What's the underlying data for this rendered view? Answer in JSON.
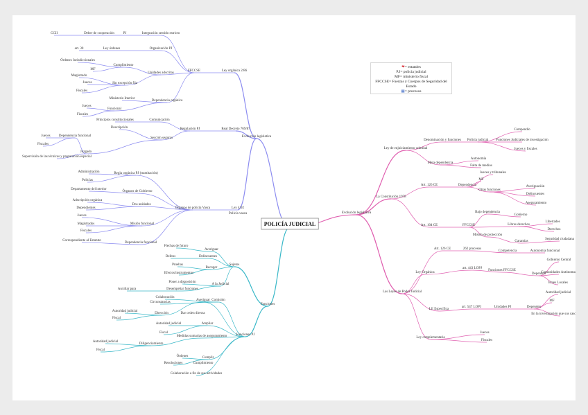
{
  "legend": {
    "line1": "= estatales",
    "line2": "P.J= policía judicial",
    "line3": "MF= ministerio fiscal",
    "line4": "FFCCSE= Fuerzas y Cuerpos de Seguridad del Estado",
    "line5": "= procesos"
  },
  "colors": {
    "upper_left": "#8c8cf0",
    "lower_left": "#3ab8c8",
    "right": "#e060b0",
    "center": "#7a7a7a"
  },
  "nodes": [
    {
      "id": "center",
      "text": "POLICÍA JUDICIAL"
    },
    {
      "id": "evol",
      "text": "Evolución legislativa"
    },
    {
      "id": "ley1986",
      "text": "Ley orgánica 2/86"
    },
    {
      "id": "ffccse",
      "text": "FFCCSE"
    },
    {
      "id": "integ",
      "text": "Integración sentido estricto"
    },
    {
      "id": "pj1",
      "text": "PJ"
    },
    {
      "id": "coop",
      "text": "Deber de cooperación"
    },
    {
      "id": "ccii",
      "text": "CCII"
    },
    {
      "id": "ordun",
      "text": "Organización PJ"
    },
    {
      "id": "uniones",
      "text": "Unidades adscritas"
    },
    {
      "id": "art30",
      "text": "art. 30"
    },
    {
      "id": "lordin",
      "text": "Ley órdenes"
    },
    {
      "id": "ordenes",
      "text": "Órdenes Jurisdiccionales"
    },
    {
      "id": "mf1",
      "text": "MF"
    },
    {
      "id": "cumplim",
      "text": "Cumplimiento"
    },
    {
      "id": "magist",
      "text": "Magistrado"
    },
    {
      "id": "jueces1",
      "text": "Jueces"
    },
    {
      "id": "fiscales1",
      "text": "Fiscales"
    },
    {
      "id": "sinexc",
      "text": "Sin excepción fija"
    },
    {
      "id": "dependo",
      "text": "Dependencia orgánica"
    },
    {
      "id": "mindef",
      "text": "Ministerio Interior"
    },
    {
      "id": "jueces2",
      "text": "Jueces"
    },
    {
      "id": "funcional",
      "text": "Funcional"
    },
    {
      "id": "fiscales2",
      "text": "Fiscales"
    },
    {
      "id": "rd1987",
      "text": "Real Decreto 769/87"
    },
    {
      "id": "regpj",
      "text": "Regulación PJ"
    },
    {
      "id": "princ",
      "text": "Principios constitucionales"
    },
    {
      "id": "comunic",
      "text": "Comunicación"
    },
    {
      "id": "descrip",
      "text": "Descripción"
    },
    {
      "id": "seccion",
      "text": "Sección seguras"
    },
    {
      "id": "jueces3",
      "text": "Jueces"
    },
    {
      "id": "dependencia_jud",
      "text": "Dependencia funcional"
    },
    {
      "id": "fiscales3",
      "text": "Fiscales"
    },
    {
      "id": "superv",
      "text": "Supervisión de las técnicas y preparación especial"
    },
    {
      "id": "juzg",
      "text": "Juzgado"
    },
    {
      "id": "ley1992",
      "text": "Ley 4/92"
    },
    {
      "id": "pvasco",
      "text": "Policía vasca"
    },
    {
      "id": "organos",
      "text": "Órganos de policía Vasca"
    },
    {
      "id": "reglam",
      "text": "Regla orgánica PJ (tramitación)"
    },
    {
      "id": "admon",
      "text": "Administración"
    },
    {
      "id": "policias",
      "text": "Policías"
    },
    {
      "id": "deporg",
      "text": "Departamento del interior"
    },
    {
      "id": "organos2",
      "text": "Órganos de Gobierno"
    },
    {
      "id": "unidades2",
      "text": "Dos unidades"
    },
    {
      "id": "adscrip",
      "text": "Adscripción orgánica"
    },
    {
      "id": "dependientes",
      "text": "Dependientes"
    },
    {
      "id": "jueces4",
      "text": "Jueces"
    },
    {
      "id": "magist2",
      "text": "Magistrados"
    },
    {
      "id": "funcfam",
      "text": "Misión funcional"
    },
    {
      "id": "fiscales4",
      "text": "Fiscales"
    },
    {
      "id": "corresp",
      "text": "Correspondiente al Estatuto"
    },
    {
      "id": "depfunc2",
      "text": "Dependencia funcional"
    },
    {
      "id": "funciones",
      "text": "Funciones"
    },
    {
      "id": "sujetos",
      "text": "Sujetos"
    },
    {
      "id": "flechas",
      "text": "Flechas de futuro"
    },
    {
      "id": "averiguar",
      "text": "Averiguar"
    },
    {
      "id": "delitos",
      "text": "Delitos"
    },
    {
      "id": "delincuentes",
      "text": "Delincuentes"
    },
    {
      "id": "pruebas",
      "text": "Pruebas"
    },
    {
      "id": "recoger",
      "text": "Recoger"
    },
    {
      "id": "efectos",
      "text": "Efectos/instrumentos"
    },
    {
      "id": "ponerdisp",
      "text": "Poner a disposición"
    },
    {
      "id": "a_juez",
      "text": "A la Judicial"
    },
    {
      "id": "auxiliar",
      "text": "Auxiliar para"
    },
    {
      "id": "desemp",
      "text": "Desempeñar funciones"
    },
    {
      "id": "colab",
      "text": "Colaboración"
    },
    {
      "id": "art282",
      "text": "Comisión"
    },
    {
      "id": "circuns",
      "text": "Circunstancias"
    },
    {
      "id": "averig2",
      "text": "Averiguar"
    },
    {
      "id": "autoridad",
      "text": "Autoridad judicial"
    },
    {
      "id": "dirorden",
      "text": "Dirección"
    },
    {
      "id": "fiscal",
      "text": "Fiscal"
    },
    {
      "id": "dirdiarig",
      "text": "Dar orden directa"
    },
    {
      "id": "autjud2",
      "text": "Autoridad judicial"
    },
    {
      "id": "ampliar",
      "text": "Ampliar"
    },
    {
      "id": "fiscal2",
      "text": "Fiscal"
    },
    {
      "id": "medidas",
      "text": "Medidas sumarias de aseguramiento"
    },
    {
      "id": "autjud3",
      "text": "Autoridad judicial"
    },
    {
      "id": "fiscal3",
      "text": "Fiscal"
    },
    {
      "id": "diligen",
      "text": "Diligenciamiento"
    },
    {
      "id": "ordenes2",
      "text": "Órdenes"
    },
    {
      "id": "cumplir",
      "text": "Cumplir"
    },
    {
      "id": "resoluc",
      "text": "Resoluciones"
    },
    {
      "id": "cumpl2",
      "text": "Cumplimiento"
    },
    {
      "id": "funcart",
      "text": "Funciones PJ"
    },
    {
      "id": "colabor",
      "text": "Colaboración a fin de sus actividades"
    },
    {
      "id": "evol2",
      "text": "Evolución legislativa"
    },
    {
      "id": "ley_enj",
      "text": "Ley de enjuiciamiento criminal"
    },
    {
      "id": "denom",
      "text": "Denominación y funciones"
    },
    {
      "id": "policia_pj",
      "text": "Policía judicial"
    },
    {
      "id": "comp",
      "text": "Compendio"
    },
    {
      "id": "func_jud",
      "text": "Funciones Judiciales de investigación"
    },
    {
      "id": "jueces_fisc",
      "text": "Jueces y fiscales"
    },
    {
      "id": "dep",
      "text": "Mera dependencia"
    },
    {
      "id": "autonom",
      "text": "Autonomía"
    },
    {
      "id": "falta",
      "text": "Falta de medios"
    },
    {
      "id": "const",
      "text": "La Constitución 1978"
    },
    {
      "id": "art126",
      "text": "Art. 126 CE"
    },
    {
      "id": "depende",
      "text": "Dependencia"
    },
    {
      "id": "jueces5",
      "text": "Jueces y tribunales"
    },
    {
      "id": "mf2",
      "text": "MF"
    },
    {
      "id": "otrasfunc",
      "text": "Otras funciones"
    },
    {
      "id": "avsumar",
      "text": "Averiguación"
    },
    {
      "id": "deslinc",
      "text": "Delincuentes"
    },
    {
      "id": "aseg",
      "text": "Aseguramiento"
    },
    {
      "id": "art104",
      "text": "Art. 104 CE"
    },
    {
      "id": "ffccse2",
      "text": "FFCCSE"
    },
    {
      "id": "bajodep",
      "text": "Bajo dependencia"
    },
    {
      "id": "gobierno",
      "text": "Gobierno"
    },
    {
      "id": "libres",
      "text": "Libres derechos"
    },
    {
      "id": "libertades",
      "text": "Libertades"
    },
    {
      "id": "derechos",
      "text": "Derechos"
    },
    {
      "id": "mision",
      "text": "Misión de protección"
    },
    {
      "id": "garantia",
      "text": "Garantías"
    },
    {
      "id": "segur",
      "text": "Seguridad ciudadana"
    },
    {
      "id": "leyes_org",
      "text": "Las Leyes de Poder Judicial"
    },
    {
      "id": "art126b",
      "text": "Art. 126 CE"
    },
    {
      "id": "procesos",
      "text": "262 procesos"
    },
    {
      "id": "compet",
      "text": "Competencia"
    },
    {
      "id": "autonomic",
      "text": "Autonomía funcional"
    },
    {
      "id": "lopj",
      "text": "Ley Orgánica"
    },
    {
      "id": "art443",
      "text": "art. 443 LOPJ"
    },
    {
      "id": "funcffccse",
      "text": "Funciones FFCCSE"
    },
    {
      "id": "depend2",
      "text": "Dependen"
    },
    {
      "id": "gobiernos",
      "text": "Gobierno Central"
    },
    {
      "id": "comunid",
      "text": "Comunidades Autónomas"
    },
    {
      "id": "entes",
      "text": "Entes Locales"
    },
    {
      "id": "le",
      "text": "LE Específica"
    },
    {
      "id": "art547",
      "text": "art. 547 LOPJ"
    },
    {
      "id": "unidades3",
      "text": "Unidades PJ"
    },
    {
      "id": "depend3",
      "text": "Dependen"
    },
    {
      "id": "autjud4",
      "text": "Autoridad judicial"
    },
    {
      "id": "mf3",
      "text": "MF"
    },
    {
      "id": "ensucaso",
      "text": "En la investigación que sus casos realicen"
    },
    {
      "id": "ley_org",
      "text": "Ley complementaria"
    },
    {
      "id": "jueces6",
      "text": "Jueces"
    },
    {
      "id": "fiscales6",
      "text": "Fiscales"
    },
    {
      "id": "ley_esp",
      "text": "Evolución legislativa"
    }
  ]
}
